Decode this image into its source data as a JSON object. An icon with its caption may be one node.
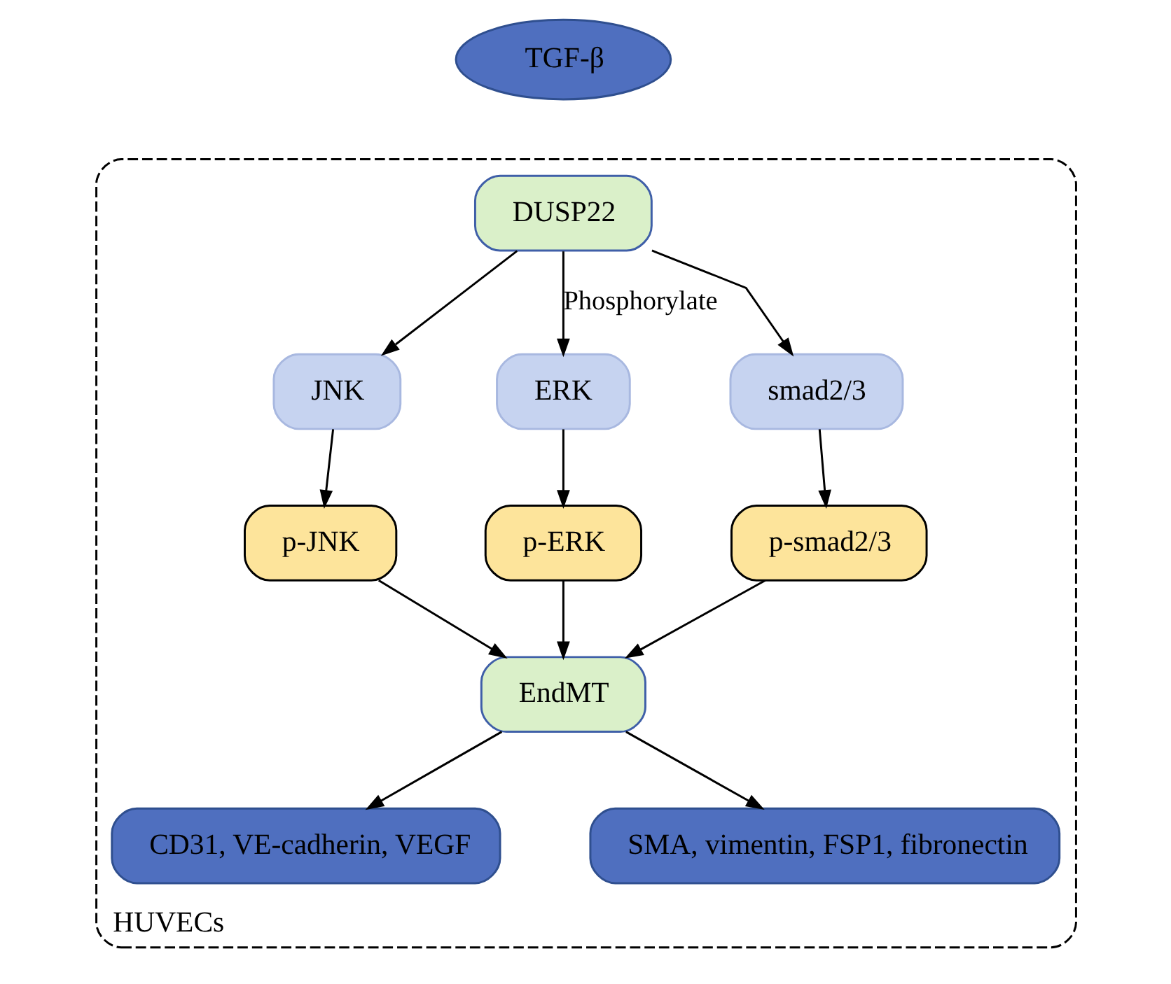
{
  "diagram": {
    "nodes": [
      {
        "text": [
          "TGF-β"
        ]
      },
      {
        "text": [
          "HUVECs"
        ]
      },
      {
        "text": [
          "DUSP22"
        ],
        "in": 1
      },
      {
        "text": [
          "JNK"
        ],
        "in": 1
      },
      {
        "text": [
          "ERK"
        ],
        "in": 1
      },
      {
        "text": [
          "smad2/3"
        ],
        "in": 1
      },
      {
        "text": [
          "p-JNK"
        ],
        "in": 1
      },
      {
        "text": [
          "p-ERK"
        ],
        "in": 1
      },
      {
        "text": [
          "p-smad2/3"
        ],
        "in": 1
      },
      {
        "text": [
          "EndMT"
        ],
        "in": 1
      },
      {
        "text": [
          "CD31, VE-cadherin, VEGF"
        ],
        "in": 1
      },
      {
        "text": [
          "SMA, vimentin, FSP1, fibronectin"
        ],
        "in": 1
      }
    ],
    "edges": [
      {
        "from": 2,
        "to": 3,
        "arrow": "to"
      },
      {
        "from": 2,
        "to": 4,
        "arrow": "to",
        "label": "Phosphorylate"
      },
      {
        "from": 2,
        "to": 5,
        "arrow": "to"
      },
      {
        "from": 3,
        "to": 6,
        "arrow": "to"
      },
      {
        "from": 4,
        "to": 7,
        "arrow": "to"
      },
      {
        "from": 5,
        "to": 8,
        "arrow": "to"
      },
      {
        "from": 6,
        "to": 9,
        "arrow": "to"
      },
      {
        "from": 7,
        "to": 9,
        "arrow": "to"
      },
      {
        "from": 8,
        "to": 9,
        "arrow": "to"
      },
      {
        "from": 9,
        "to": 10,
        "arrow": "to"
      },
      {
        "from": 9,
        "to": 11,
        "arrow": "to"
      }
    ]
  }
}
